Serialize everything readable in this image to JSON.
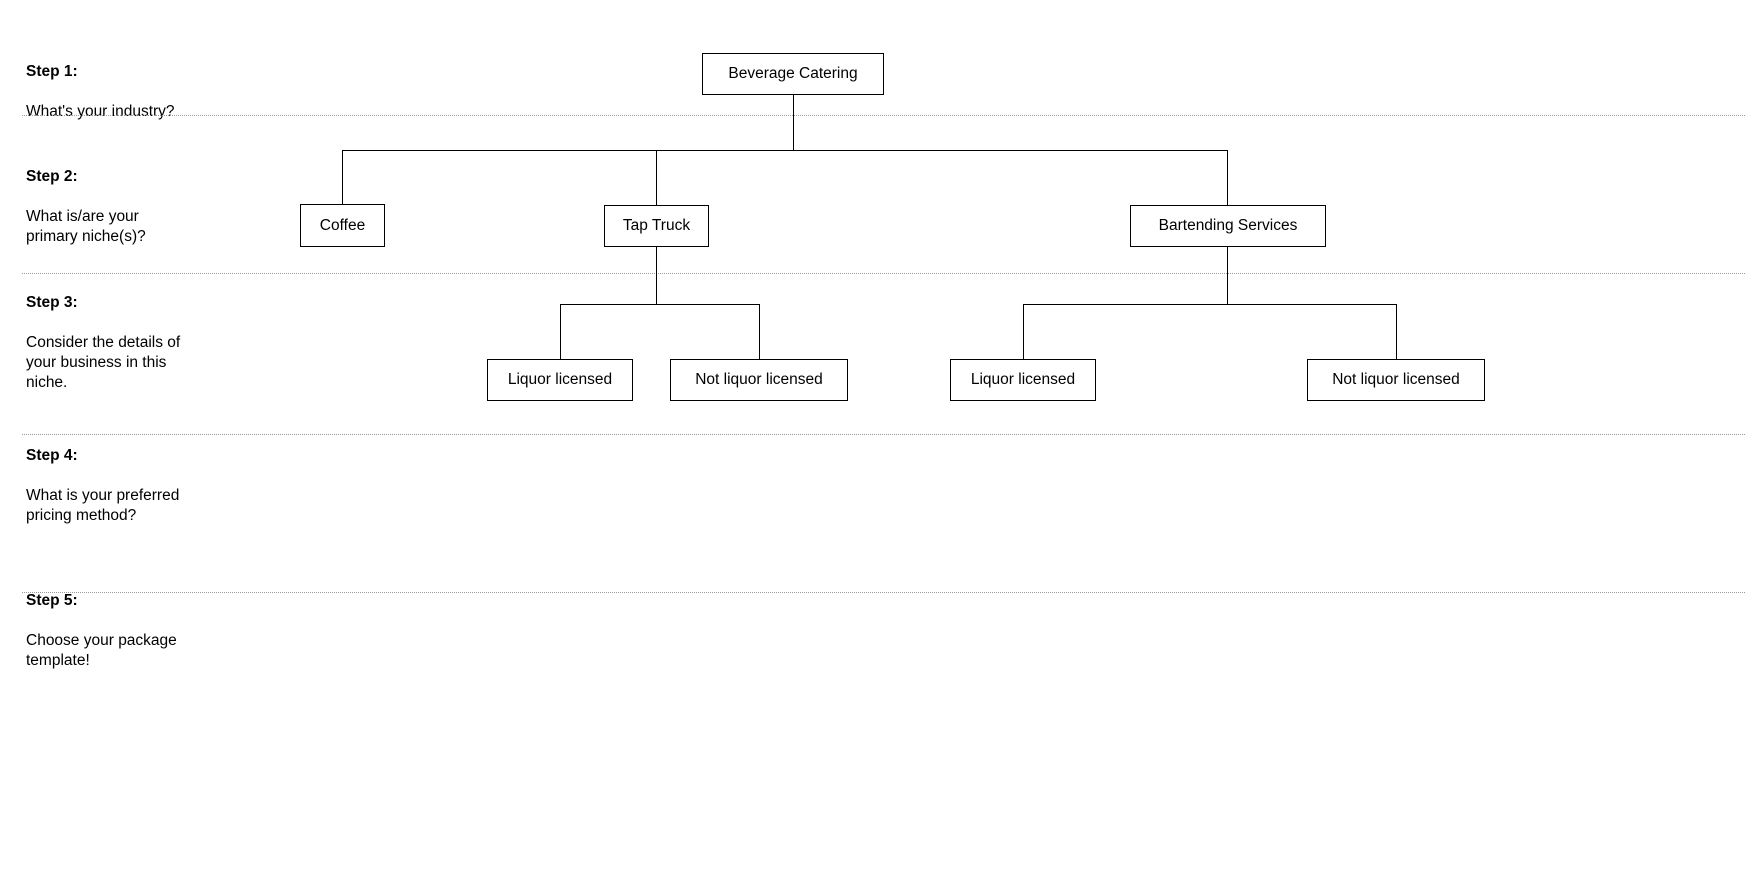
{
  "diagram": {
    "title": "Beverage Catering decision tree",
    "background_color": "#ffffff",
    "line_color": "#000000",
    "divider_color": "#9a9a9a",
    "steps": [
      {
        "id": "step-1",
        "title": "Step 1:",
        "question": "What's your industry?"
      },
      {
        "id": "step-2",
        "title": "Step 2:",
        "question": "What is/are your\nprimary niche(s)?"
      },
      {
        "id": "step-3",
        "title": "Step 3:",
        "question": "Consider the details of\nyour business in this\nniche."
      },
      {
        "id": "step-4",
        "title": "Step 4:",
        "question": "What is your preferred\npricing method?"
      },
      {
        "id": "step-5",
        "title": "Step 5:",
        "question": "Choose your package\ntemplate!"
      }
    ],
    "nodes": {
      "root": "Beverage Catering",
      "coffee": "Coffee",
      "tap_truck": "Tap Truck",
      "bartending": "Bartending Services",
      "tap_liquor": "Liquor licensed",
      "tap_not_liquor": "Not liquor licensed",
      "bar_liquor": "Liquor licensed",
      "bar_not_liquor": "Not liquor licensed"
    }
  }
}
